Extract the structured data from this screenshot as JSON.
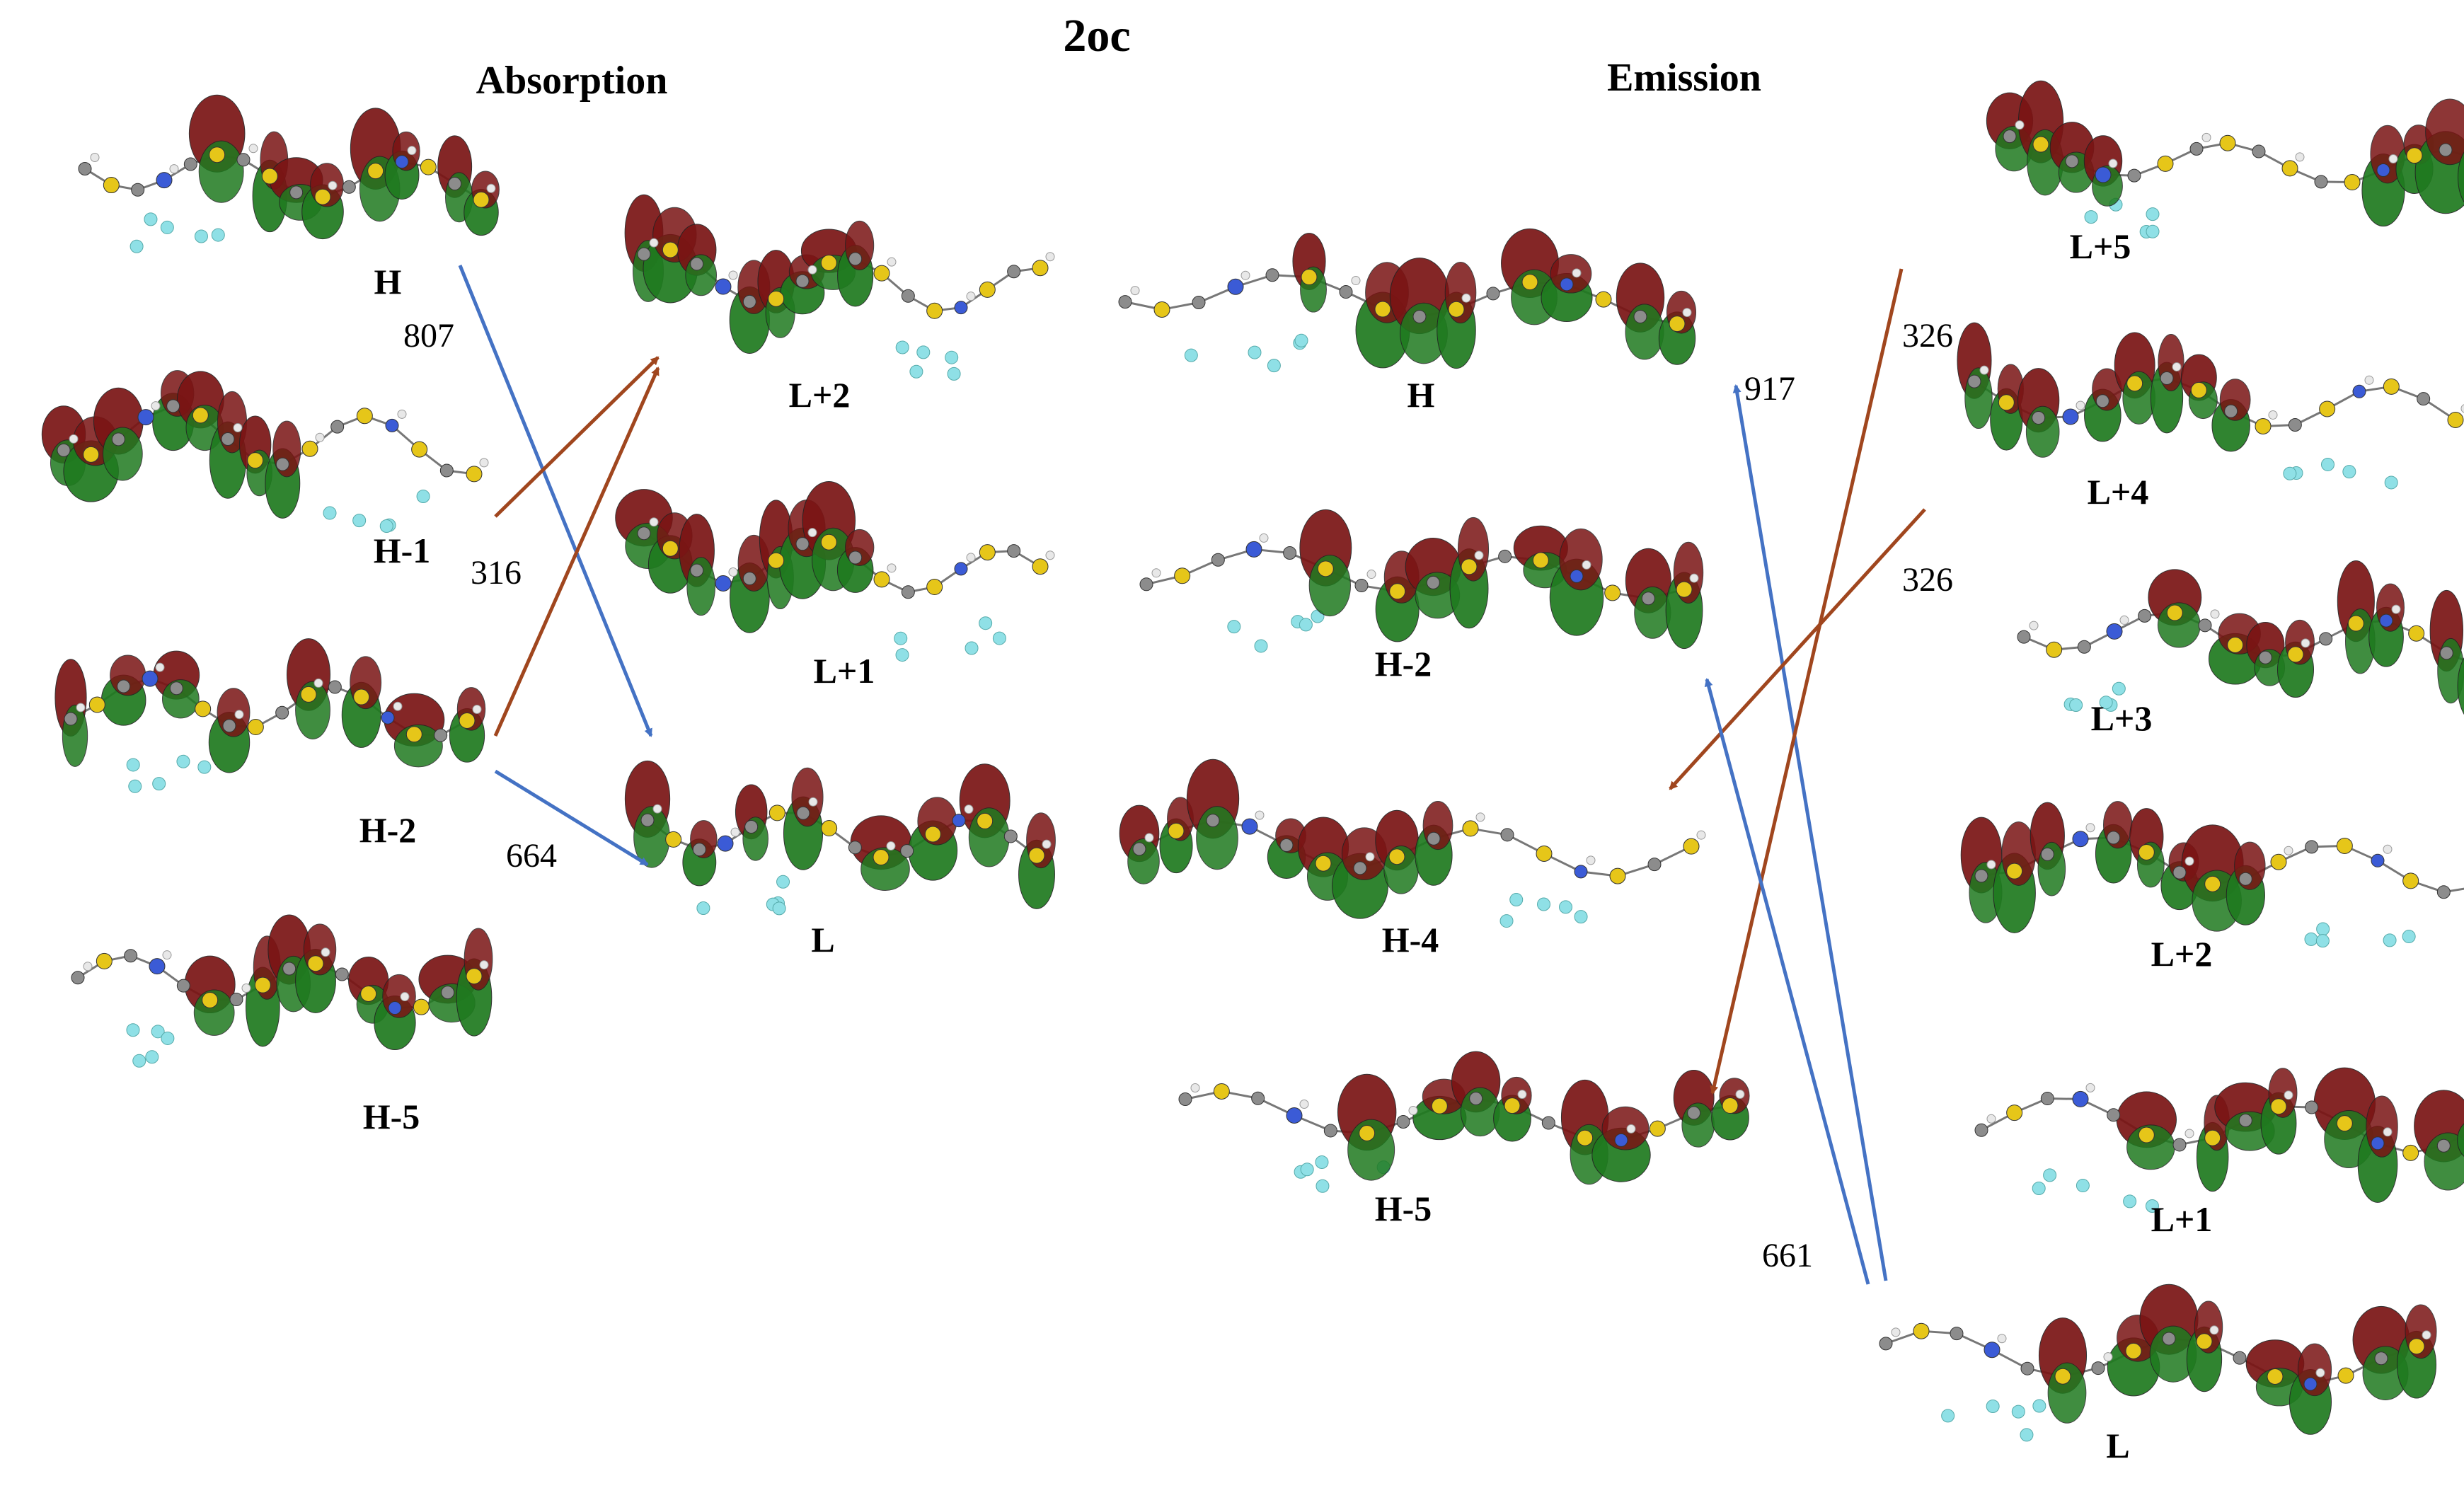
{
  "title": "2oc",
  "sections": {
    "absorption": "Absorption",
    "emission": "Emission"
  },
  "absorption": {
    "occupied": [
      {
        "id": "abs-H",
        "label": "H"
      },
      {
        "id": "abs-H1",
        "label": "H-1"
      },
      {
        "id": "abs-H2",
        "label": "H-2"
      },
      {
        "id": "abs-H5",
        "label": "H-5"
      }
    ],
    "unoccupied": [
      {
        "id": "abs-L2",
        "label": "L+2"
      },
      {
        "id": "abs-L1",
        "label": "L+1"
      },
      {
        "id": "abs-L",
        "label": "L"
      }
    ],
    "transitions": [
      {
        "label": "807",
        "color": "#4472c4"
      },
      {
        "label": "316",
        "color": "#a0461e"
      },
      {
        "label": "664",
        "color": "#4472c4"
      }
    ]
  },
  "emission": {
    "occupied": [
      {
        "id": "em-H",
        "label": "H"
      },
      {
        "id": "em-H2",
        "label": "H-2"
      },
      {
        "id": "em-H4",
        "label": "H-4"
      },
      {
        "id": "em-H5",
        "label": "H-5"
      }
    ],
    "unoccupied": [
      {
        "id": "em-L5",
        "label": "L+5"
      },
      {
        "id": "em-L4",
        "label": "L+4"
      },
      {
        "id": "em-L3",
        "label": "L+3"
      },
      {
        "id": "em-L2",
        "label": "L+2"
      },
      {
        "id": "em-L1",
        "label": "L+1"
      },
      {
        "id": "em-L",
        "label": "L"
      }
    ],
    "transitions": [
      {
        "label": "917",
        "color": "#4472c4"
      },
      {
        "label": "326",
        "color": "#a0461e"
      },
      {
        "label": "326",
        "color": "#a0461e"
      },
      {
        "label": "661",
        "color": "#4472c4"
      }
    ]
  },
  "colors": {
    "lobe_positive": "#7a1414",
    "lobe_negative": "#1f7a1f",
    "atom_carbon": "#8c8c8c",
    "atom_sulfur": "#e6c619",
    "atom_nitrogen": "#3b5bd6",
    "atom_fluorine": "#8fe0e6",
    "atom_hydrogen": "#e8e8e8",
    "arrow_blue": "#4472c4",
    "arrow_brown": "#a0461e"
  }
}
